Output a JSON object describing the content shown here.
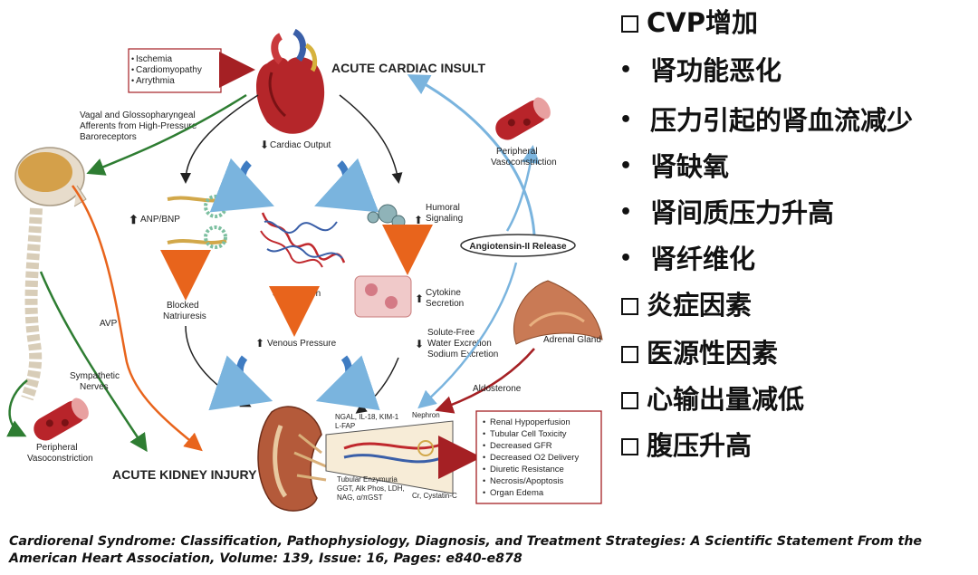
{
  "diagram": {
    "acute_cardiac_insult": "ACUTE CARDIAC INSULT",
    "acute_kidney_injury": "ACUTE KIDNEY INJURY",
    "cardiac_causes": [
      "Ischemia",
      "Cardiomyopathy",
      "Arrythmia"
    ],
    "vagal": [
      "Vagal and Glossopharyngeal",
      "Afferents from High-Pressure",
      "Baroreceptors"
    ],
    "cardiac_output": "Cardiac Output",
    "anp_bnp": "ANP/BNP",
    "humoral": [
      "Humoral",
      "Signaling"
    ],
    "blocked": [
      "Blocked",
      "Natriuresis"
    ],
    "perfusion": "Perfusion",
    "cytokine": [
      "Cytokine",
      "Secretion"
    ],
    "venous_pressure": "Venous Pressure",
    "solute": [
      "Solute-Free",
      "Water Excretion",
      "Sodium Excretion"
    ],
    "avp": "AVP",
    "sympathetic": [
      "Sympathetic",
      "Nerves"
    ],
    "peripheral_vaso_top": [
      "Peripheral",
      "Vasoconstriction"
    ],
    "peripheral_vaso_bottom": [
      "Peripheral",
      "Vasoconstriction"
    ],
    "angiotensin": "Angiotensin-II Release",
    "adrenal_gland": "Adrenal Gland",
    "aldosterone": "Aldosterone",
    "biomarkers_top": [
      "NGAL, IL-18, KIM-1",
      "L-FAP"
    ],
    "nephron": "Nephron",
    "tubular": [
      "Tubular Enzymuria",
      "GGT, Alk Phos, LDH,",
      "NAG, α/πGST"
    ],
    "cystatin": "Cr, Cystatin-C",
    "outcomes": [
      "Renal Hypoperfusion",
      "Tubular Cell Toxicity",
      "Decreased GFR",
      "Decreased O2 Delivery",
      "Diuretic Resistance",
      "Necrosis/Apoptosis",
      "Organ Edema"
    ]
  },
  "bullets": [
    {
      "style": "box",
      "text": "CVP增加"
    },
    {
      "style": "dot",
      "text": "肾功能恶化"
    },
    {
      "style": "dot",
      "text": "压力引起的肾血流减少"
    },
    {
      "style": "dot",
      "text": "肾缺氧"
    },
    {
      "style": "dot",
      "text": "肾间质压力升高"
    },
    {
      "style": "dot",
      "text": "肾纤维化"
    },
    {
      "style": "box",
      "text": "炎症因素"
    },
    {
      "style": "box",
      "text": "医源性因素"
    },
    {
      "style": "box",
      "text": "心输出量减低"
    },
    {
      "style": "box",
      "text": "腹压升高"
    }
  ],
  "citation": [
    "Cardiorenal Syndrome: Classification, Pathophysiology, Diagnosis, and Treatment Strategies: A Scientific Statement From the",
    "American Heart Association, Volume: 139, Issue: 16, Pages: e840-e878"
  ]
}
